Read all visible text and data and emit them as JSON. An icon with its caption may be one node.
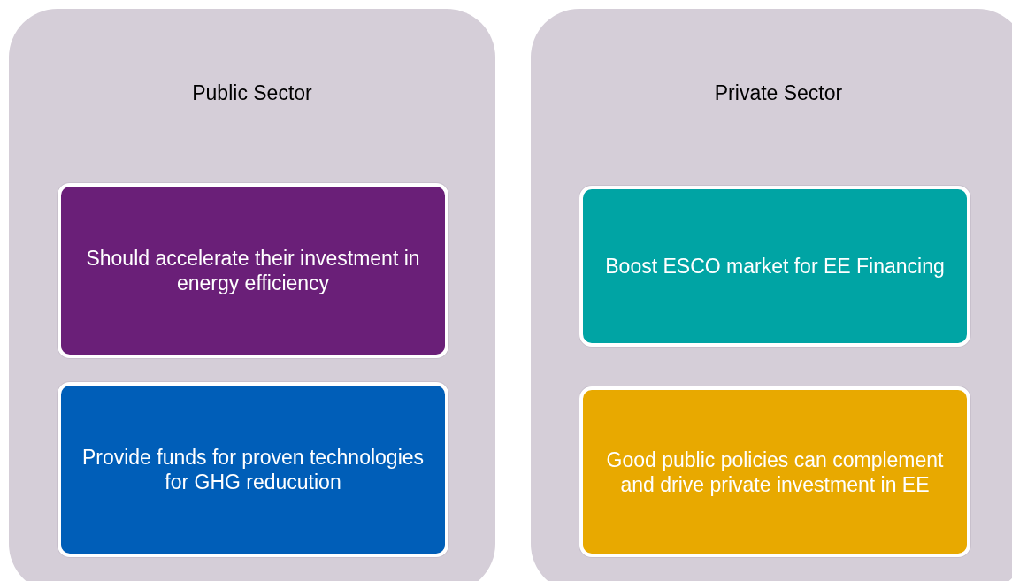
{
  "diagram": {
    "nodes": [
      {
        "text": [
          "Public Sector"
        ]
      },
      {
        "text": [
          "Should accelerate their investment in energy efficiency"
        ],
        "in": 0
      },
      {
        "text": [
          "Provide funds for proven technologies for GHG reducution"
        ],
        "in": 0
      },
      {
        "text": [
          "Private Sector"
        ]
      },
      {
        "text": [
          "Boost ESCO market for EE Financing"
        ],
        "in": 3
      },
      {
        "text": [
          "Good public policies can complement and drive private investment in EE"
        ],
        "in": 3
      }
    ],
    "edges": []
  }
}
